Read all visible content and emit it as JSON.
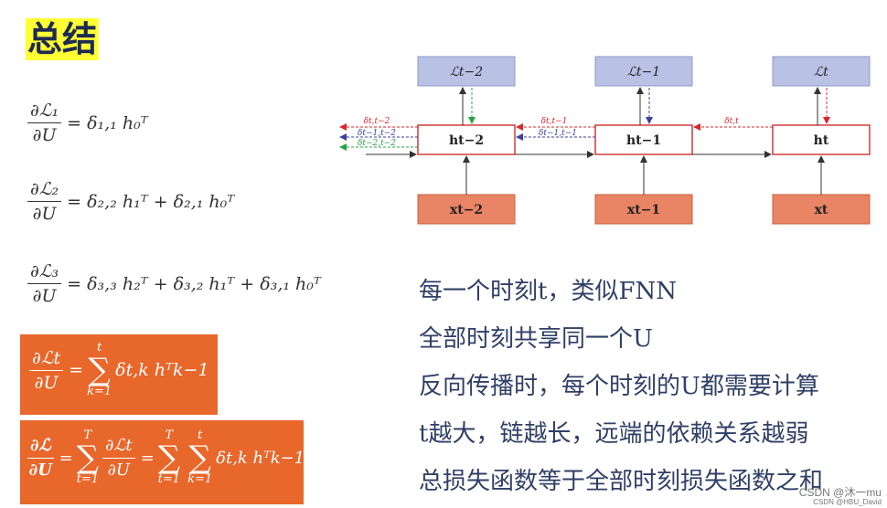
{
  "title": "总结",
  "equations": {
    "eq1": {
      "num": "∂ℒ₁",
      "den": "∂U",
      "rhs": "= δ₁,₁ h₀ᵀ"
    },
    "eq2": {
      "num": "∂ℒ₂",
      "den": "∂U",
      "rhs": "= δ₂,₂ h₁ᵀ + δ₂,₁ h₀ᵀ"
    },
    "eq3": {
      "num": "∂ℒ₃",
      "den": "∂U",
      "rhs": "= δ₃,₃ h₂ᵀ + δ₃,₂ h₁ᵀ + δ₃,₁ h₀ᵀ"
    },
    "box1": {
      "num": "∂ℒt",
      "den": "∂U",
      "eq": "=",
      "sum_top": "t",
      "sum_bottom": "k=1",
      "rhs": "δt,k hᵀk−1"
    },
    "box2": {
      "num": "∂ℒ",
      "den": "∂U",
      "eq": "=",
      "sum1_top": "T",
      "sum1_bottom": "t=1",
      "num2": "∂ℒt",
      "den2": "∂U",
      "eq2": "=",
      "sum2_top": "T",
      "sum2_bottom": "t=1",
      "sum3_top": "t",
      "sum3_bottom": "k=1",
      "rhs": "δt,k hᵀk−1"
    }
  },
  "diagram": {
    "loss_labels": [
      "ℒt−2",
      "ℒt−1",
      "ℒt"
    ],
    "hidden_labels": [
      "ht−2",
      "ht−1",
      "ht"
    ],
    "input_labels": [
      "xt−2",
      "xt−1",
      "xt"
    ],
    "delta_labels_left": [
      "δt,t−2",
      "δt−1,t−2",
      "δt−2,t−2"
    ],
    "delta_labels_mid": [
      "δt,t−1",
      "δt−1,t−1"
    ],
    "delta_label_right": "δt,t",
    "colors": {
      "loss": "#b9c2e4",
      "input": "#e98465",
      "hidden_border": "#d23b3b",
      "red": "#d9272e",
      "blue": "#3b3fa0",
      "green": "#2aa04a"
    }
  },
  "bullets": [
    "每一个时刻t，类似FNN",
    "全部时刻共享同一个U",
    "反向传播时，每个时刻的U都需要计算",
    "t越大，链越长，远端的依赖关系越弱",
    "总损失函数等于全部时刻损失函数之和"
  ],
  "watermark": {
    "line1": "CSDN @沐一mu",
    "line2": "CSDN @HBU_David"
  }
}
